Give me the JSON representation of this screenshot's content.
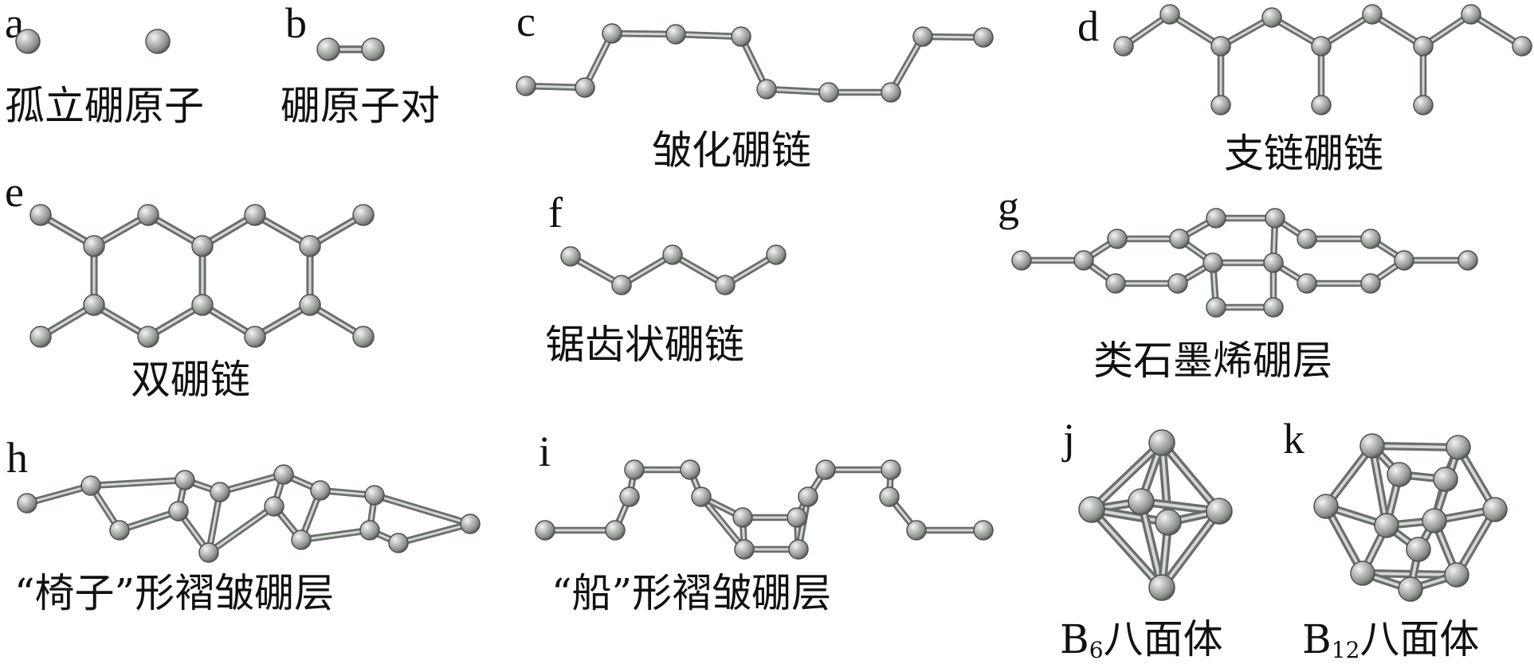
{
  "figure": {
    "panels": [
      {
        "letter": "a",
        "caption": "孤立硼原子"
      },
      {
        "letter": "b",
        "caption": "硼原子对"
      },
      {
        "letter": "c",
        "caption": "皱化硼链"
      },
      {
        "letter": "d",
        "caption": "支链硼链"
      },
      {
        "letter": "e",
        "caption": "双硼链"
      },
      {
        "letter": "f",
        "caption": "锯齿状硼链"
      },
      {
        "letter": "g",
        "caption": "类石墨烯硼层"
      },
      {
        "letter": "h",
        "caption": "“椅子”形褶皱硼层"
      },
      {
        "letter": "i",
        "caption": "“船”形褶皱硼层"
      },
      {
        "letter": "j",
        "caption_element": "B",
        "caption_subscript": "6",
        "caption_rest": "八面体"
      },
      {
        "letter": "k",
        "caption_element": "B",
        "caption_subscript": "12",
        "caption_rest": "八面体"
      }
    ]
  },
  "colors": {
    "atom_fill": "#a9aca8",
    "atom_highlight": "#eef0ee",
    "atom_edge": "#4e524e",
    "bond_fill": "#d4d7d3",
    "bond_edge": "#6b6f6b"
  }
}
